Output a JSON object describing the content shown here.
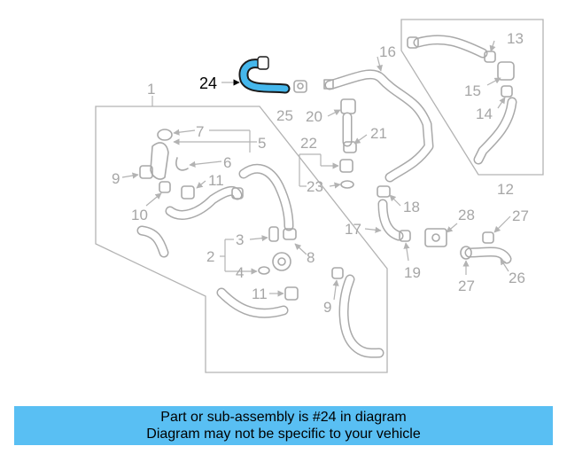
{
  "callouts": {
    "c1": "1",
    "c2": "2",
    "c3": "3",
    "c4": "4",
    "c5": "5",
    "c6": "6",
    "c7": "7",
    "c8": "8",
    "c9a": "9",
    "c9b": "9",
    "c10": "10",
    "c11a": "11",
    "c11b": "11",
    "c12": "12",
    "c13": "13",
    "c14": "14",
    "c15": "15",
    "c16": "16",
    "c17": "17",
    "c18": "18",
    "c19": "19",
    "c20": "20",
    "c21": "21",
    "c22": "22",
    "c23": "23",
    "c24": "24",
    "c25": "25",
    "c26": "26",
    "c27a": "27",
    "c27b": "27",
    "c28": "28"
  },
  "highlight": {
    "part_number": "24",
    "color": "#45b7ec"
  },
  "banner": {
    "line1": "Part or sub-assembly is #24 in diagram",
    "line2": "Diagram may not be specific to your vehicle",
    "background": "#59bff3"
  }
}
